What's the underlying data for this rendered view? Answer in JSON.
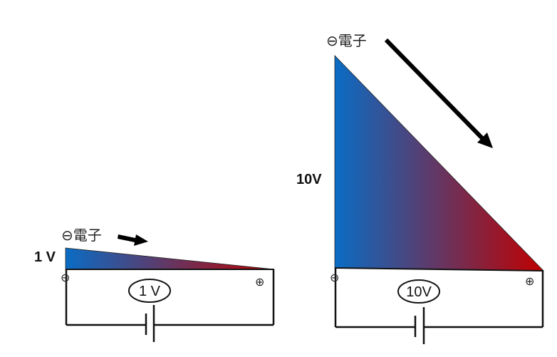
{
  "colors": {
    "gradient_negative": "#0a6cc4",
    "gradient_positive": "#c00000",
    "wire": "#111111",
    "arrow": "#000000"
  },
  "left": {
    "voltage_label": "1 V",
    "electron_label": "⊖電子",
    "negative_terminal": "⊖",
    "positive_terminal": "⊕",
    "battery_label": "1 V"
  },
  "right": {
    "voltage_label": "10V",
    "electron_label": "⊖電子",
    "negative_terminal": "⊖",
    "positive_terminal": "⊕",
    "battery_label": "10V"
  }
}
